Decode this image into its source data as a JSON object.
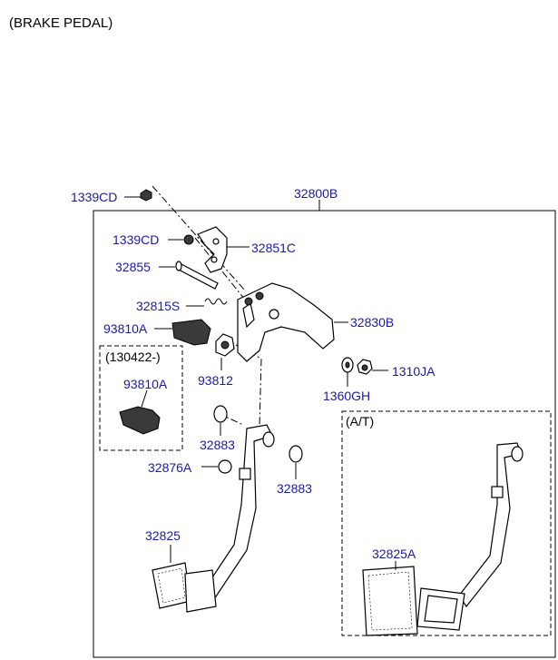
{
  "title": "(BRAKE PEDAL)",
  "groups": {
    "update_group": "(130422-)",
    "at_group": "(A/T)"
  },
  "parts": {
    "p_1339cd_top": "1339CD",
    "p_32800b": "32800B",
    "p_1339cd": "1339CD",
    "p_32851c": "32851C",
    "p_32855": "32855",
    "p_32815s": "32815S",
    "p_32830b": "32830B",
    "p_93810a": "93810A",
    "p_93812": "93812",
    "p_1310ja": "1310JA",
    "p_1360gh": "1360GH",
    "p_93810a_b": "93810A",
    "p_32883_a": "32883",
    "p_32876a": "32876A",
    "p_32883_b": "32883",
    "p_32825": "32825",
    "p_32825a": "32825A"
  },
  "colors": {
    "label": "#1a1aa8",
    "outline": "#000000"
  }
}
